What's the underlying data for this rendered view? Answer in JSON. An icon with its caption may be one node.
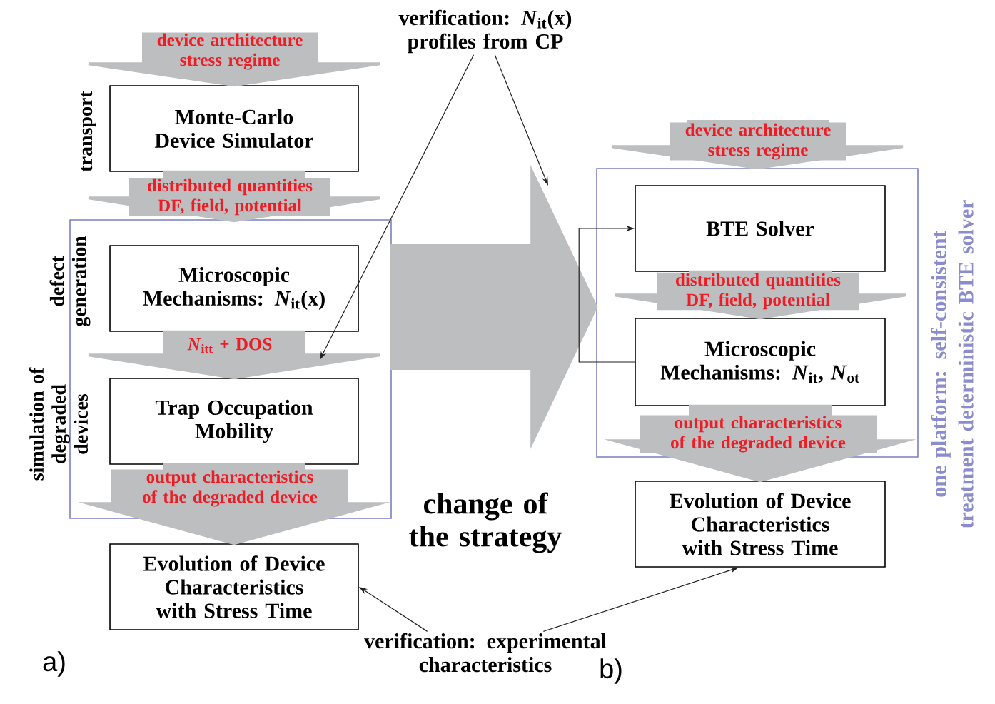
{
  "diagram": {
    "nodes": [
      {
        "text": [
          "Monte-Carlo Device Simulator"
        ],
        "beside": [
          "transport"
        ]
      },
      {
        "text": [],
        "shape": "box"
      },
      {
        "text": [
          "Microscopic Mechanisms: *N*$_{it}$(x)"
        ],
        "in": 1,
        "beside": [
          "defect generation"
        ]
      },
      {
        "text": [
          "Trap Occupation Mobility"
        ],
        "in": 1,
        "beside": [
          "simulation of degraded devices"
        ]
      },
      {
        "text": [
          "Evolution of Device Characteristics with Stress Time"
        ]
      },
      {
        "text": [
          "one platform: self-consistent treatment deterministic BTE solver"
        ]
      },
      {
        "text": [
          "BTE Solver"
        ],
        "in": 5
      },
      {
        "text": [
          "Microscopic Mechanisms: *N*$_{it}$, *N*$_{ot}$"
        ],
        "in": 5
      },
      {
        "text": [
          "Evolution of Device Characteristics with Stress Time"
        ]
      },
      {
        "text": [
          "verification: *N*$_{it}$(x) profiles from CP"
        ]
      },
      {
        "text": [
          "verification: experimental characteristics"
        ]
      }
    ],
    "edges": [
      {
        "from": null,
        "to": 0,
        "arrow": "to",
        "style": "thick",
        "label": "device architecture stress regime"
      },
      {
        "from": 0,
        "to": 2,
        "arrow": "to",
        "style": "thick",
        "label": "distributed quantities DF, field, potential"
      },
      {
        "from": 2,
        "to": 3,
        "arrow": "to",
        "style": "thick",
        "label": "*N*$_{itt}$ + DOS"
      },
      {
        "from": 3,
        "to": 4,
        "arrow": "to",
        "style": "thick",
        "label": "output characteristics of the degraded device"
      },
      {
        "from": 1,
        "to": 5,
        "arrow": "to",
        "style": "thick"
      },
      {
        "from": null,
        "to": 5,
        "arrow": "to",
        "style": "thick",
        "label": "device architecture stress regime"
      },
      {
        "from": 6,
        "to": 7,
        "arrow": "to",
        "style": "thick",
        "label": "distributed quantities DF, field, potential"
      },
      {
        "from": 7,
        "to": 8,
        "arrow": "to",
        "style": "thick",
        "label": "output characteristics of the degraded device"
      },
      {
        "from": 7,
        "to": 6,
        "arrow": "to",
        "color": "#231f20"
      },
      {
        "from": 9,
        "to": null,
        "arrow": "to",
        "color": "#231f20"
      },
      {
        "from": 9,
        "to": null,
        "arrow": "to",
        "color": "#231f20"
      },
      {
        "from": 10,
        "to": 4,
        "arrow": "to",
        "color": "#231f20"
      },
      {
        "from": 10,
        "to": 8,
        "arrow": "to",
        "color": "#231f20"
      }
    ],
    "labels": [
      "change of the strategy",
      "a)",
      "b)"
    ]
  }
}
